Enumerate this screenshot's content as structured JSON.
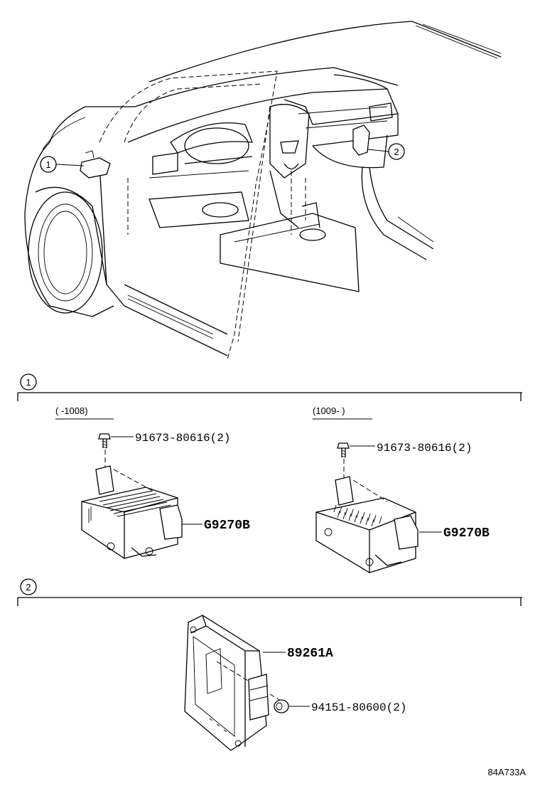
{
  "callouts": {
    "c1": "1",
    "c2": "2"
  },
  "section1": {
    "marker": "1",
    "left_range": "(      -1008)",
    "right_range": "(1009-      )",
    "left_bolt": "91673-80616(2)",
    "right_bolt": "91673-80616(2)",
    "left_part": "G9270B",
    "right_part": "G9270B"
  },
  "section2": {
    "marker": "2",
    "ecu_part": "89261A",
    "nut_part": "94151-80600(2)"
  },
  "figure_code": "84A733A"
}
